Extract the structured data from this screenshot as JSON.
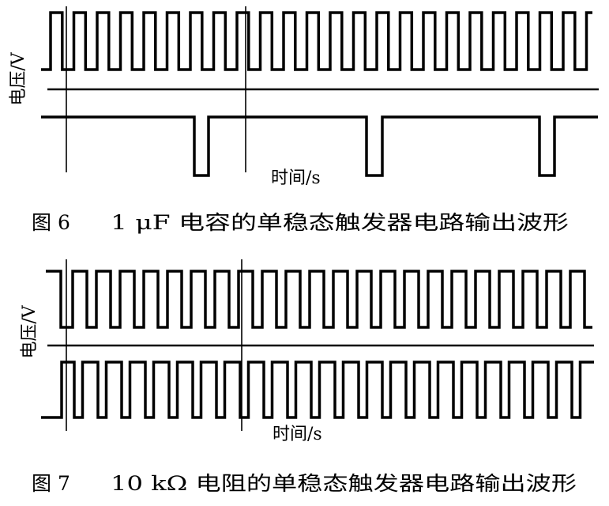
{
  "figures": [
    {
      "id": "fig6",
      "ylabel": "电压/V",
      "xlabel": "时间/s",
      "caption_num": "图 6",
      "caption_text": "1 μF 电容的单稳态触发器电路输出波形",
      "top_trace_description": "square-wave trigger input, 23 pulses",
      "bottom_trace_description": "monostable output, mostly high with 3 short low pulses"
    },
    {
      "id": "fig7",
      "ylabel": "电压/V",
      "xlabel": "时间/s",
      "caption_num": "图 7",
      "caption_text": "10 kΩ 电阻的单稳态触发器电路输出波形",
      "top_trace_description": "square-wave trigger input",
      "bottom_trace_description": "monostable output following each trigger with short pulses"
    }
  ]
}
